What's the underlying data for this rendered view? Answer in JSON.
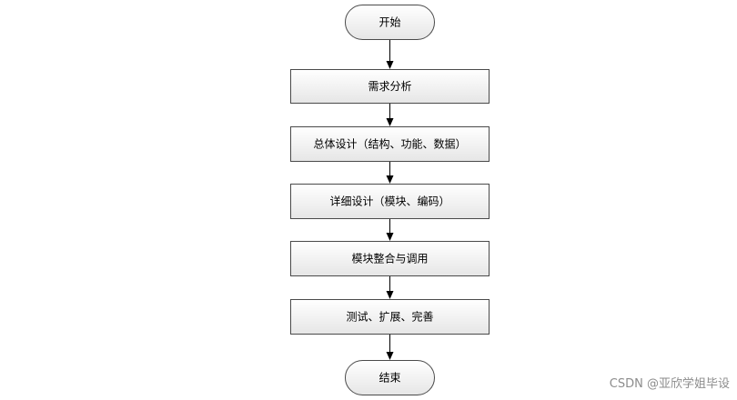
{
  "diagram": {
    "nodes": [
      {
        "id": "start",
        "shape": "terminal",
        "label": "开始"
      },
      {
        "id": "requirements",
        "shape": "process",
        "label": "需求分析"
      },
      {
        "id": "overall-design",
        "shape": "process",
        "label": "总体设计（结构、功能、数据）"
      },
      {
        "id": "detailed-design",
        "shape": "process",
        "label": "详细设计（模块、编码）"
      },
      {
        "id": "integration",
        "shape": "process",
        "label": "模块整合与调用"
      },
      {
        "id": "testing",
        "shape": "process",
        "label": "测试、扩展、完善"
      },
      {
        "id": "end",
        "shape": "terminal",
        "label": "结束"
      }
    ],
    "edges": [
      {
        "from": "start",
        "to": "requirements"
      },
      {
        "from": "requirements",
        "to": "overall-design"
      },
      {
        "from": "overall-design",
        "to": "detailed-design"
      },
      {
        "from": "detailed-design",
        "to": "integration"
      },
      {
        "from": "integration",
        "to": "testing"
      },
      {
        "from": "testing",
        "to": "end"
      }
    ],
    "colors": {
      "fill_top": "#ffffff",
      "fill_bottom": "#e6e6e6",
      "stroke": "#4a4a4a",
      "arrow": "#000000"
    }
  },
  "watermark": "CSDN @亚欣学姐毕设"
}
